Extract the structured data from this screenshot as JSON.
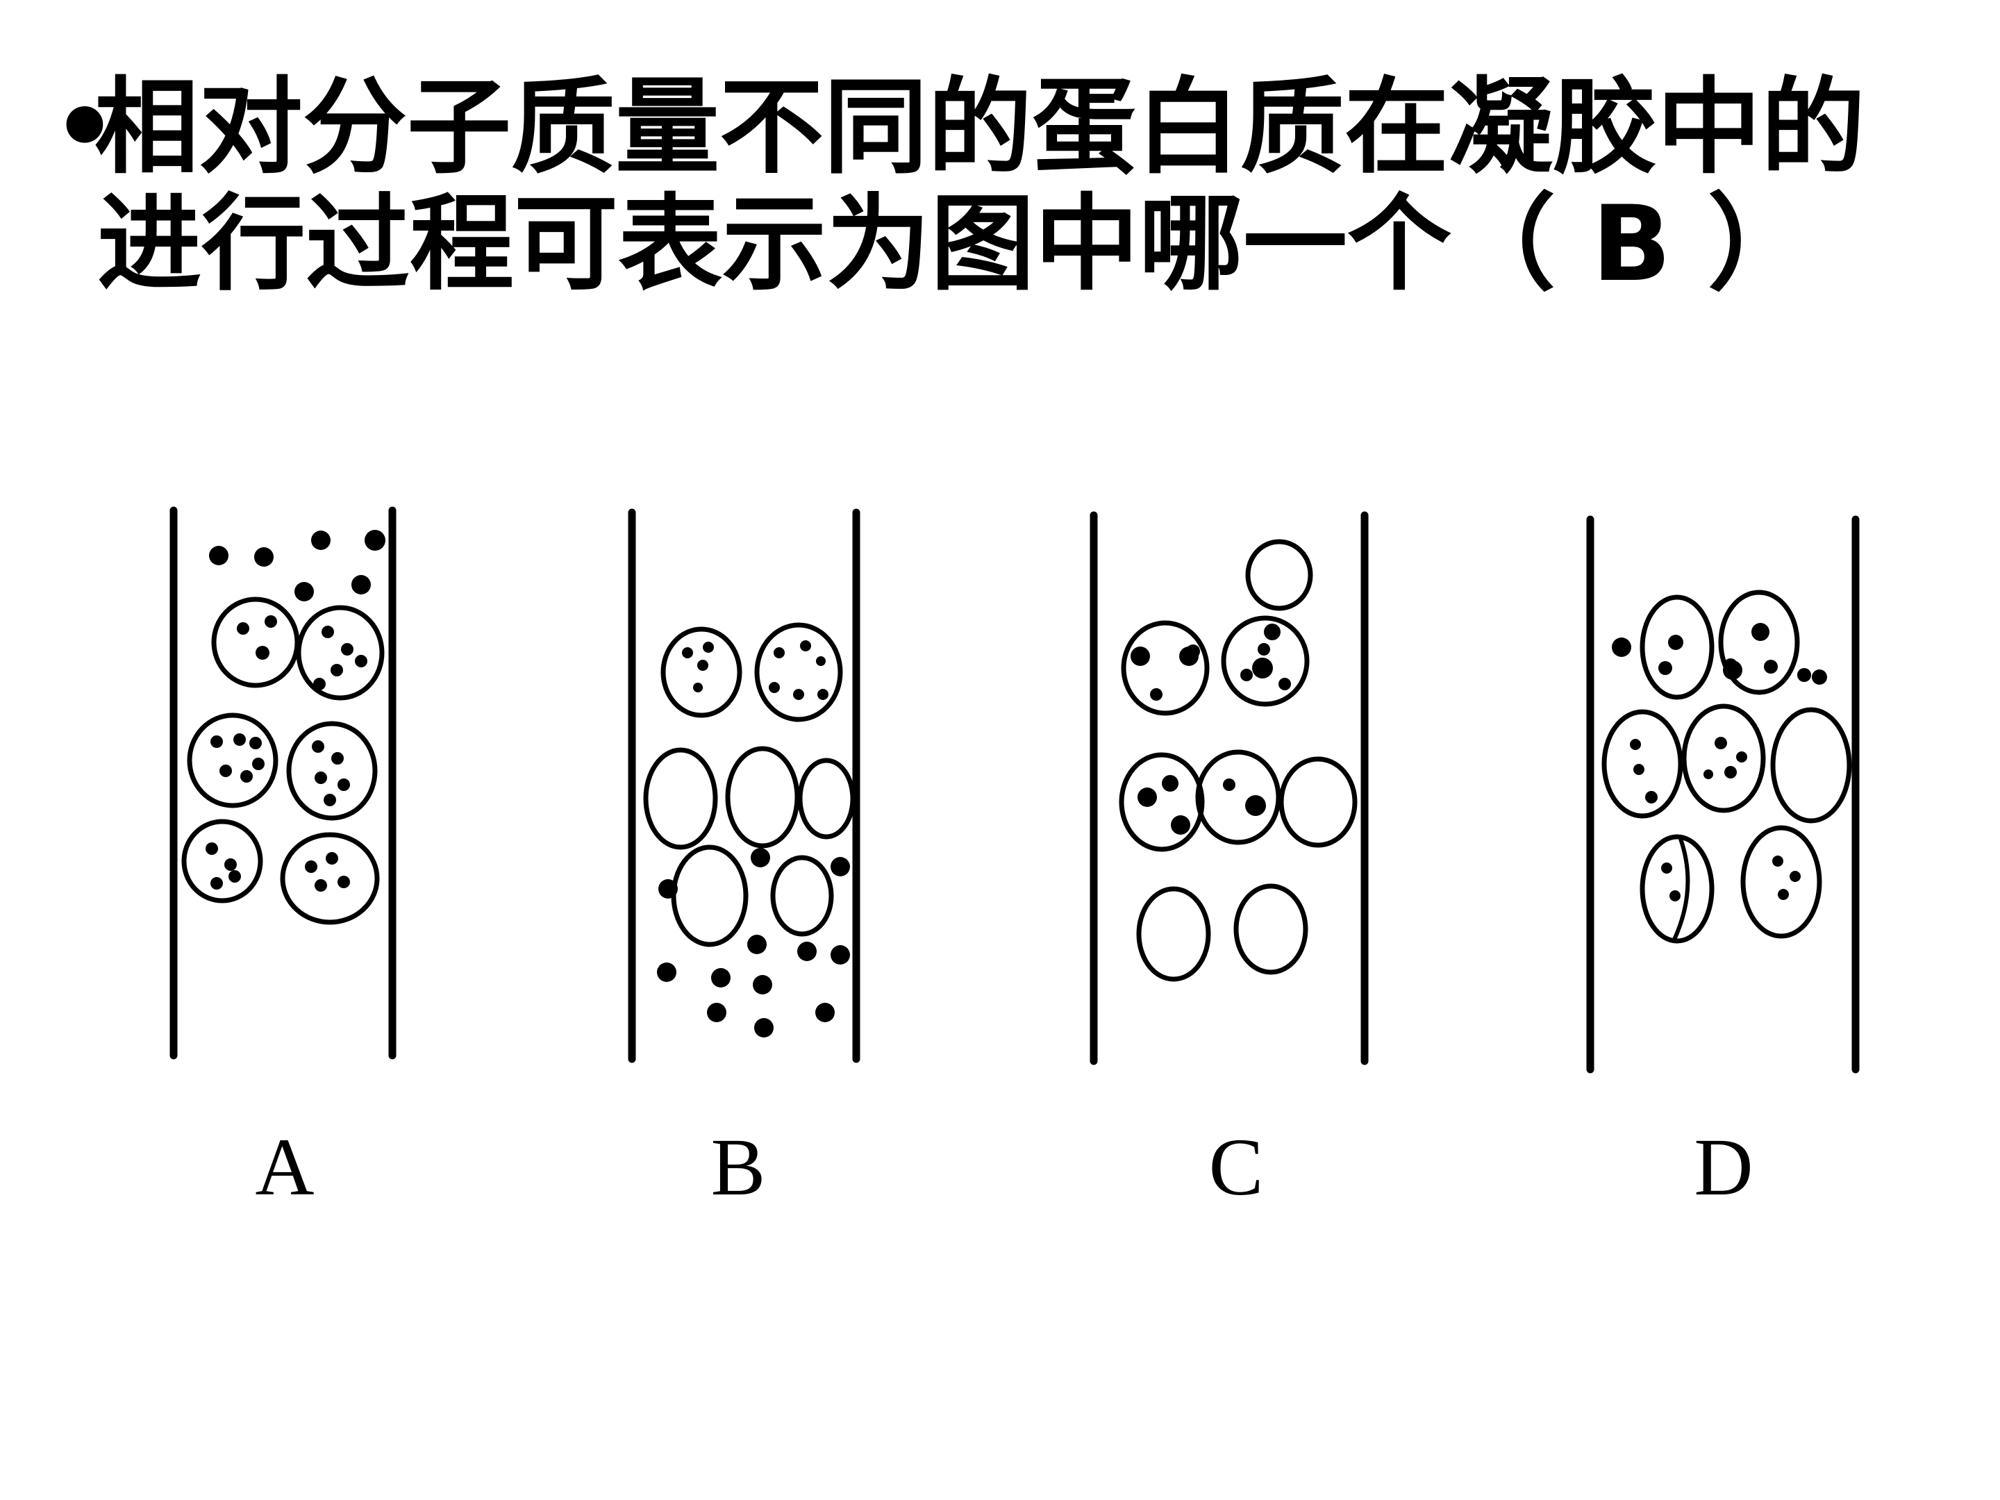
{
  "question": {
    "bullet": "•",
    "line1": "相对分子质量不同的蛋白质在凝胶中的",
    "line2": "进行过程可表示为图中哪一个（ B ）"
  },
  "panels": [
    {
      "label": "A",
      "description_key": "panel-a"
    },
    {
      "label": "B",
      "description_key": "panel-b"
    },
    {
      "label": "C",
      "description_key": "panel-c"
    },
    {
      "label": "D",
      "description_key": "panel-d"
    }
  ],
  "colors": {
    "ink": "#000000",
    "background": "#ffffff"
  }
}
